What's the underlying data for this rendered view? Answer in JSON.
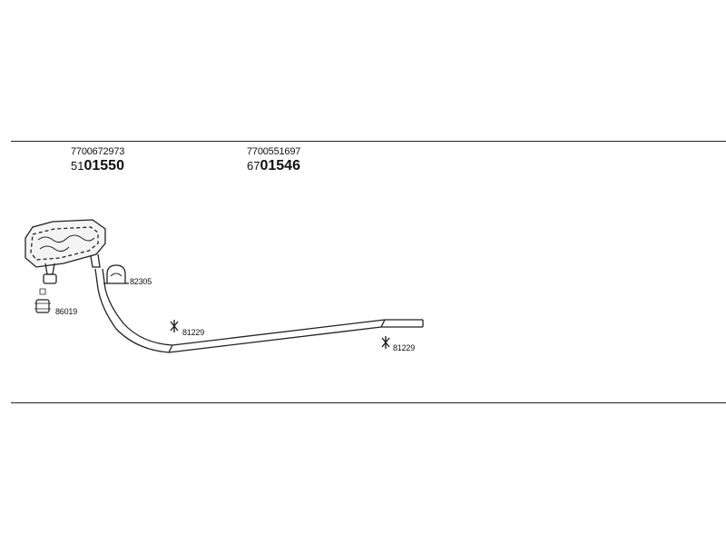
{
  "parts": [
    {
      "ref": "7700672973",
      "code_prefix": "51",
      "code_main": "01550"
    },
    {
      "ref": "7700551697",
      "code_prefix": "67",
      "code_main": "01546"
    }
  ],
  "callouts": {
    "clamp": "82305",
    "gasket": "86019",
    "hanger_mid": "81229",
    "hanger_rear": "81229"
  },
  "colors": {
    "line": "#222222",
    "background": "#ffffff"
  }
}
